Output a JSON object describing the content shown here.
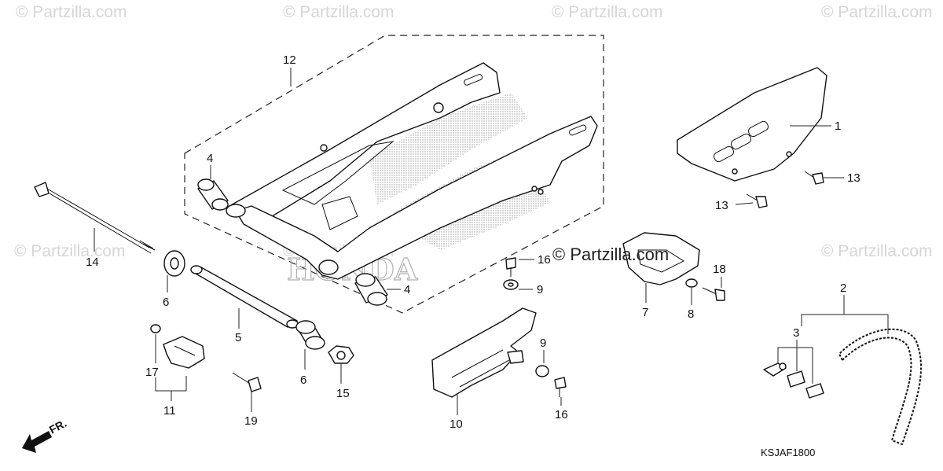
{
  "watermarks": [
    "© Partzilla.com",
    "© Partzilla.com",
    "© Partzilla.com",
    "© Partzilla.com",
    "© Partzilla.com",
    "© Partzilla.com",
    "© Partzilla.com"
  ],
  "center_logo": "© Partzilla.com",
  "emblem_text": "HONDA",
  "diagram_code": "KSJAF1800",
  "direction_label": "FR.",
  "callouts": {
    "c1": "1",
    "c2": "2",
    "c3": "3",
    "c4a": "4",
    "c4b": "4",
    "c5": "5",
    "c6a": "6",
    "c6b": "6",
    "c7": "7",
    "c8": "8",
    "c9a": "9",
    "c9b": "9",
    "c10": "10",
    "c11": "11",
    "c12": "12",
    "c13a": "13",
    "c13b": "13",
    "c14": "14",
    "c15": "15",
    "c16a": "16",
    "c16b": "16",
    "c17": "17",
    "c18": "18",
    "c19": "19"
  },
  "colors": {
    "ink": "#111111",
    "watermark": "#d6d6d6",
    "shade": "#9a9a9a",
    "background": "#ffffff"
  }
}
